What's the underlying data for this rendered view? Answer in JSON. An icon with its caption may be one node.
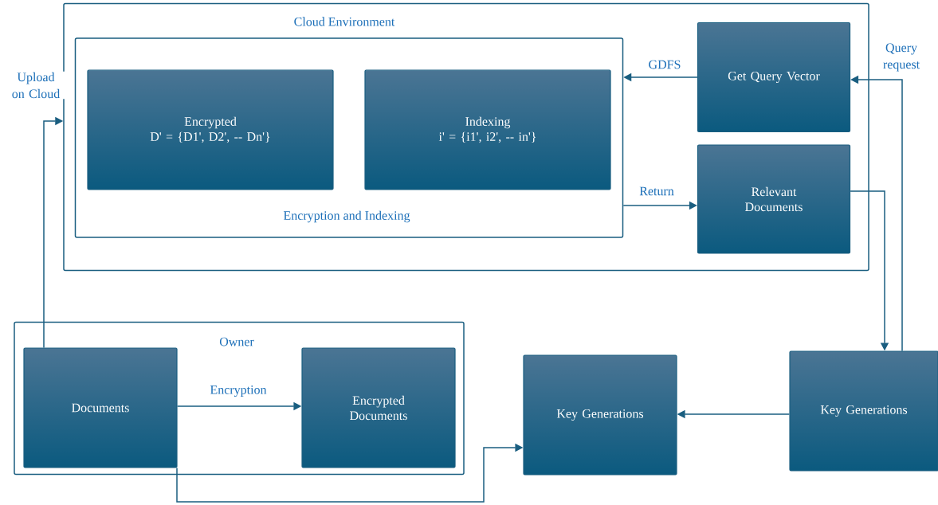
{
  "diagram": {
    "nodes": [
      {
        "text": [
          "Cloud Environment"
        ]
      },
      {
        "text": [
          "Encryption and Indexing"
        ],
        "in": 0
      },
      {
        "text": [
          "Encrypted",
          "D' = {D1', D2', -- Dn'}"
        ],
        "in": 1
      },
      {
        "text": [
          "Indexing",
          "i' = {i1', i2', -- in'}"
        ],
        "in": 1
      },
      {
        "text": [
          "Get Query Vector"
        ],
        "in": 0
      },
      {
        "text": [
          "Relevant Documents"
        ],
        "in": 0
      },
      {
        "text": [
          "Owner"
        ]
      },
      {
        "text": [
          "Documents"
        ],
        "in": 6
      },
      {
        "text": [
          "Encrypted Documents"
        ],
        "in": 6
      },
      {
        "text": [
          "Key Generations"
        ]
      },
      {
        "text": [
          "Key Generations"
        ]
      }
    ],
    "edges": [
      {
        "from": 7,
        "to": 0,
        "arrow": "to",
        "label": "Upload on Cloud"
      },
      {
        "from": 4,
        "to": 1,
        "arrow": "to",
        "label": "GDFS"
      },
      {
        "from": 1,
        "to": 5,
        "arrow": "to",
        "label": "Return"
      },
      {
        "from": 5,
        "to": 10,
        "arrow": "to"
      },
      {
        "from": 10,
        "to": 4,
        "arrow": "to",
        "label": "Query request"
      },
      {
        "from": 7,
        "to": 8,
        "arrow": "to",
        "label": "Encryption"
      },
      {
        "from": 10,
        "to": 9,
        "arrow": "to"
      },
      {
        "from": 7,
        "to": 9,
        "arrow": "to"
      }
    ]
  }
}
